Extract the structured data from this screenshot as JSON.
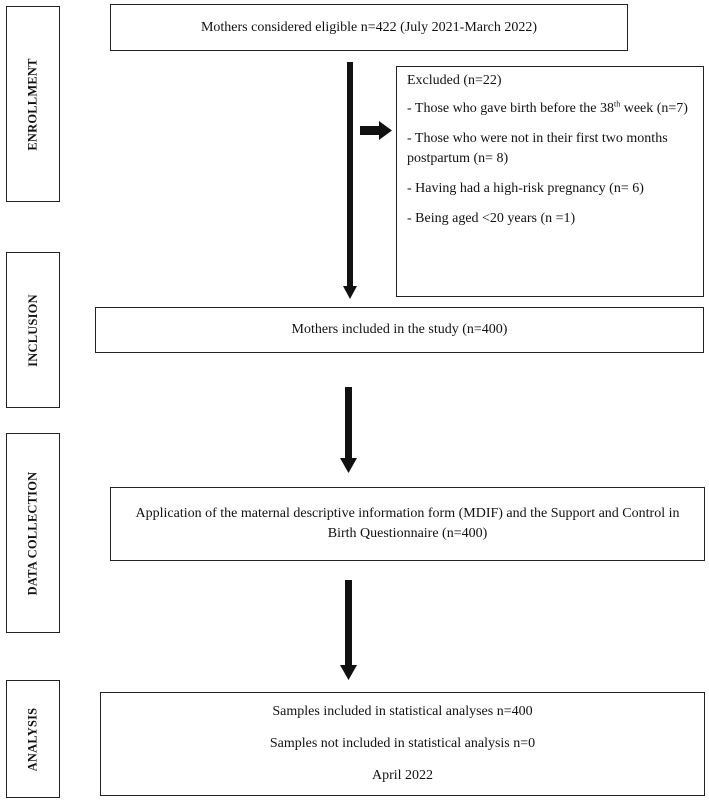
{
  "phases": {
    "enrollment": "ENROLLMENT",
    "inclusion": "INCLUSION",
    "data_collection": "DATA COLLECTION",
    "analysis": "ANALYSIS"
  },
  "eligible": {
    "text": "Mothers considered eligible n=422 (July 2021-March 2022)"
  },
  "excluded": {
    "title": "Excluded (n=22)",
    "item1_pre": "- Those who gave birth before the 38",
    "item1_sup": "th",
    "item1_post": "week (n=7)",
    "item2": "- Those who were not in their first two months postpartum (n= 8)",
    "item3": "- Having had a high-risk pregnancy (n= 6)",
    "item4": "- Being aged <20 years (n =1)"
  },
  "included": {
    "text": "Mothers included in the study (n=400)"
  },
  "collection": {
    "text": "Application of the maternal descriptive information form (MDIF) and the Support and Control in Birth Questionnaire (n=400)"
  },
  "analysis": {
    "line1": "Samples included in statistical analyses n=400",
    "line2": "Samples not included in statistical analysis n=0",
    "line3": "April 2022"
  }
}
